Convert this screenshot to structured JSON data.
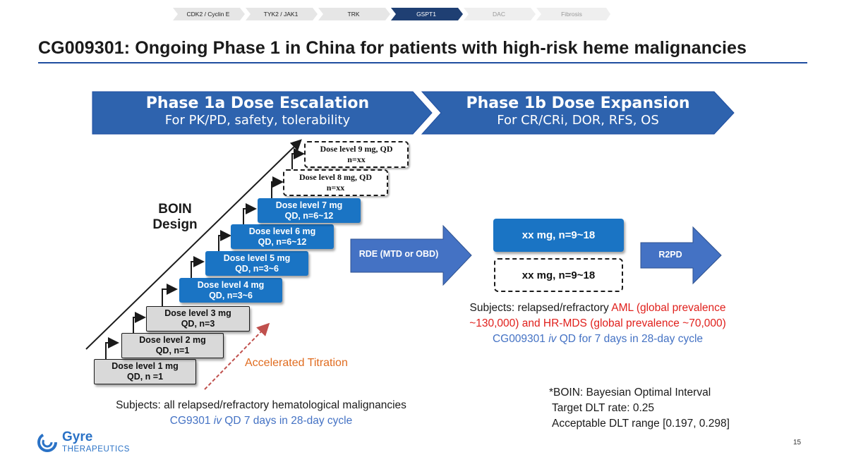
{
  "nav": {
    "tabs": [
      {
        "label": "CDK2 / Cyclin E",
        "active": false
      },
      {
        "label": "TYK2 / JAK1",
        "active": false
      },
      {
        "label": "TRK",
        "active": false
      },
      {
        "label": "GSPT1",
        "active": true
      },
      {
        "label": "DAC",
        "active": false
      },
      {
        "label": "Fibrosis",
        "active": false
      }
    ]
  },
  "title": "CG009301: Ongoing Phase 1 in China for patients with high-risk heme malignancies",
  "phase1a": {
    "title": "Phase 1a Dose Escalation",
    "subtitle": "For PK/PD, safety, tolerability"
  },
  "phase1b": {
    "title": "Phase 1b Dose Expansion",
    "subtitle": "For CR/CRi, DOR, RFS, OS"
  },
  "boin_label": "BOIN Design",
  "dose_levels": [
    {
      "line1": "Dose level 1 mg",
      "line2": "QD, n =1",
      "style": "grey"
    },
    {
      "line1": "Dose level 2 mg",
      "line2": "QD, n=1",
      "style": "grey"
    },
    {
      "line1": "Dose level 3 mg",
      "line2": "QD, n=3",
      "style": "grey"
    },
    {
      "line1": "Dose level 4  mg",
      "line2": "QD, n=3~6",
      "style": "blue"
    },
    {
      "line1": "Dose level 5 mg",
      "line2": "QD, n=3~6",
      "style": "blue"
    },
    {
      "line1": "Dose level 6 mg",
      "line2": "QD, n=6~12",
      "style": "blue"
    },
    {
      "line1": "Dose level 7 mg",
      "line2": "QD, n=6~12",
      "style": "blue"
    },
    {
      "line1": "Dose level 8 mg, QD",
      "line2": "n=xx",
      "style": "dashed"
    },
    {
      "line1": "Dose level 9 mg, QD",
      "line2": "n=xx",
      "style": "dashed"
    }
  ],
  "accelerated_titration": "Accelerated Titration",
  "rde_label": "RDE (MTD or OBD)",
  "expansion": {
    "box1": "xx mg, n=9~18",
    "box2": "xx mg, n=9~18"
  },
  "r2pd_label": "R2PD",
  "subjects_left": {
    "line1": "Subjects: all relapsed/refractory hematological malignancies",
    "line2_pre": "CG9301 ",
    "line2_italic": "iv",
    "line2_post": " QD 7 days in 28-day cycle"
  },
  "subjects_right": {
    "black": "Subjects: relapsed/refractory ",
    "red": "AML (global prevalence ~130,000)  and HR-MDS (global prevalence ~70,000)",
    "blue_pre": "CG009301 ",
    "blue_italic": "iv",
    "blue_post": " QD for 7 days in 28-day cycle"
  },
  "footnote": {
    "line1": "*BOIN: Bayesian Optimal Interval",
    "line2": "Target DLT rate: 0.25",
    "line3": "Acceptable DLT range [0.197, 0.298]"
  },
  "logo": {
    "line1": "Gyre",
    "line2": "THERAPEUTICS"
  },
  "page_number": "15",
  "colors": {
    "phase_arrow": "#2e63ae",
    "dose_blue": "#1a74c4",
    "arrow_blue": "#4472c4",
    "title_rule": "#1f4ea0",
    "accent_orange": "#e06c20",
    "accent_red": "#e0201c",
    "logo_blue": "#2a72c6"
  }
}
